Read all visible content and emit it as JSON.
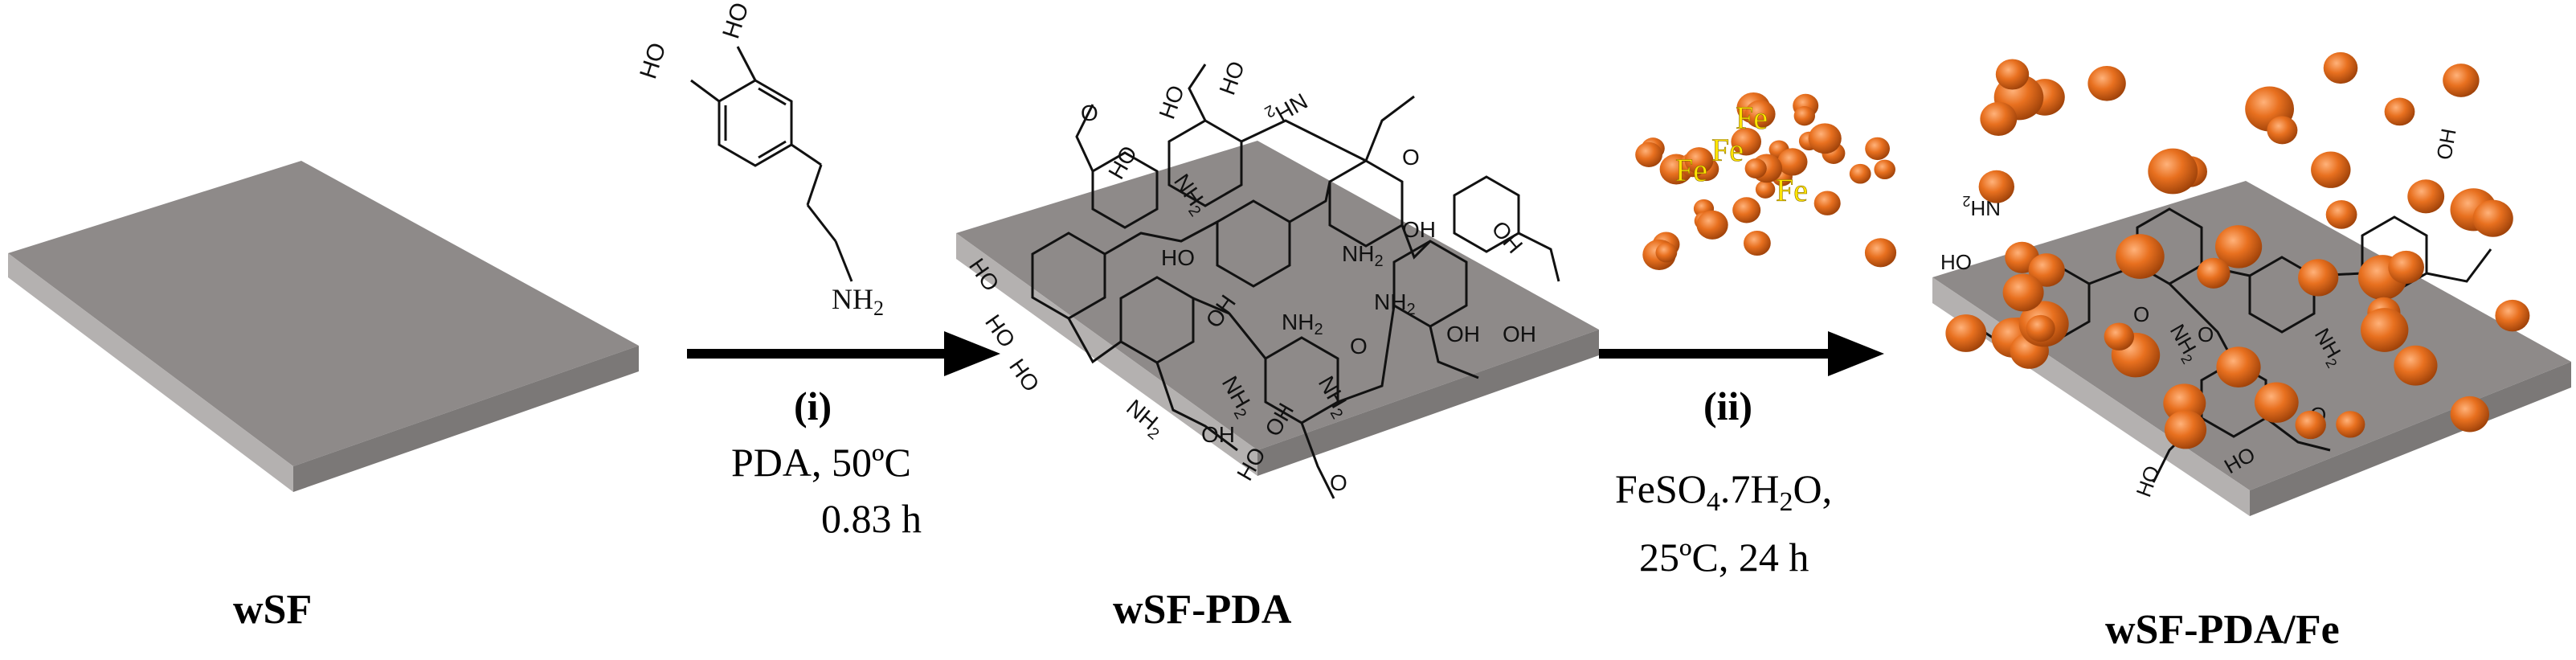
{
  "stages": [
    {
      "label": "wSF"
    },
    {
      "label": "wSF-PDA"
    },
    {
      "label": "wSF-PDA/Fe"
    }
  ],
  "steps": [
    {
      "number": "(i)",
      "line1": "PDA, 50ºC",
      "line2": "0.83 h"
    },
    {
      "number": "(ii)",
      "line1_a": "FeSO",
      "line1_sub4": "4",
      "line1_b": ".7H",
      "line1_sub2": "2",
      "line1_c": "O,",
      "line2": "25ºC, 24 h"
    }
  ],
  "molecule": {
    "oh1": "HO",
    "oh2": "HO",
    "nh": "NH",
    "nh_sub": "2"
  },
  "pda_groups": {
    "ho": "HO",
    "oh": "OH",
    "o": "O",
    "nh": "NH",
    "nh_sub": "2"
  },
  "fe_cluster": {
    "fe": "Fe"
  },
  "colors": {
    "slab_top": "#8e8a89",
    "slab_front": "#b4b1b0",
    "slab_side": "#7b7877",
    "arrow": "#000000",
    "particle": "#e8701f",
    "particle_dark": "#a6460c",
    "fe_text": "#ffe500"
  }
}
